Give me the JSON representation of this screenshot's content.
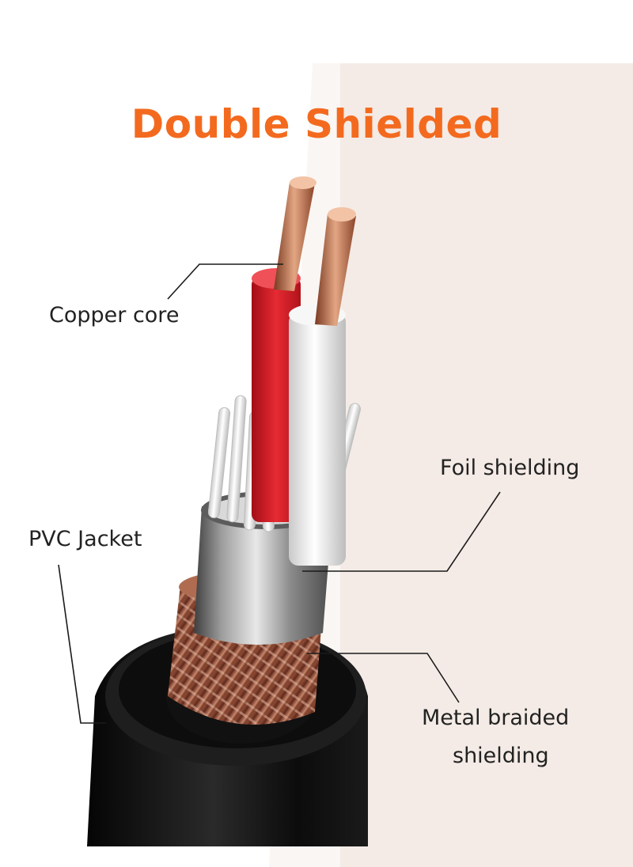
{
  "title": "Double Shielded",
  "labels": {
    "copper_core": "Copper core",
    "foil_shielding": "Foil shielding",
    "pvc_jacket": "PVC Jacket",
    "metal_braided_line1": "Metal braided",
    "metal_braided_line2": "shielding"
  },
  "colors": {
    "title": "#f36a1f",
    "background_right": "#f4ebe6",
    "jacket": "#141414",
    "red_insulation": "#d8202a",
    "white_insulation": "#eeeeee",
    "copper": "#b5684a",
    "foil": "#a8a8a8"
  }
}
